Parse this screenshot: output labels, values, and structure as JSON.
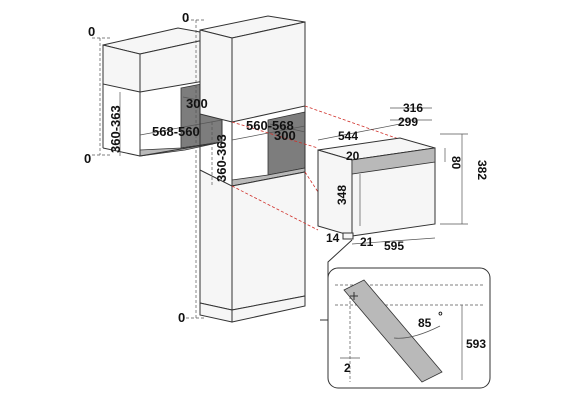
{
  "labels": {
    "left_top_zero": "0",
    "left_bottom_zero": "0",
    "left_depth": "300",
    "left_width": "568-560",
    "left_height": "360-363",
    "tall_top_zero": "0",
    "tall_bottom_zero": "0",
    "tall_width": "560-568",
    "tall_depth": "300",
    "tall_height": "360-363",
    "oven_316": "316",
    "oven_299": "299",
    "oven_544": "544",
    "oven_20": "20",
    "oven_80": "80",
    "oven_382": "382",
    "oven_348": "348",
    "oven_14": "14",
    "oven_21": "21",
    "oven_595": "595",
    "detail_angle": "85",
    "detail_angle_unit": "°",
    "detail_height": "593",
    "detail_offset": "2"
  },
  "colors": {
    "line": "#333333",
    "fill_dark": "#7d7d7d",
    "fill_mid": "#b9b9b9",
    "red_guide": "#d0302a"
  }
}
